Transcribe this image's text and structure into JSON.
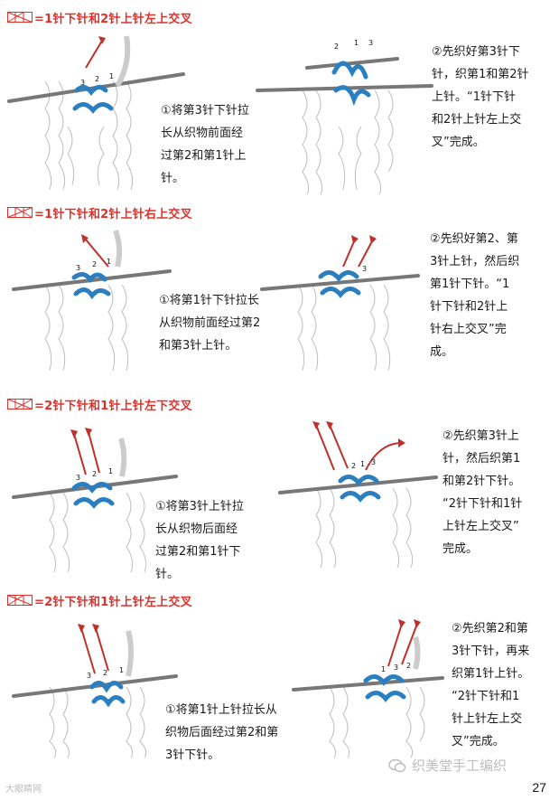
{
  "sections": [
    {
      "title": "=1针下针和2针上针左上交叉",
      "step1": "①将第3针下针拉\n长从织物前面经\n过第2和第1针上\n针。",
      "step2": "②先织好第3针下\n针，织第1和第2针\n上针。“1针下针\n和2针上针左上交\n叉”完成。",
      "labels_a": [
        "3",
        "2",
        "1"
      ],
      "labels_b": [
        "2",
        "1",
        "3"
      ]
    },
    {
      "title": "=1针下针和2针上针右上交叉",
      "step1": "①将第1针下针拉长\n从织物前面经过第2\n和第3针上针。",
      "step2": "②先织好第2、第\n3针上针，然后织\n第1针下针。“1\n针下针和2针上\n针右上交叉”完\n成。",
      "labels_a": [
        "3",
        "2",
        "1"
      ],
      "labels_b": [
        "3"
      ]
    },
    {
      "title": "=2针下针和1针上针左下交叉",
      "step1": "①将第3针上针拉\n长从织物后面经\n过第2和第1针下\n针。",
      "step2": "②先织第3针上\n针，然后织第1\n和第2针下针。\n“2针下针和1针\n上针左上交叉”\n完成。",
      "labels_a": [
        "3",
        "2",
        "1"
      ],
      "labels_b": [
        "2",
        "1",
        "3"
      ]
    },
    {
      "title": "=2针下针和1针上针左上交叉",
      "step1": "①将第1针上针拉长从\n织物后面经过第2和第\n3针下针。",
      "step2": "②先织第2和第\n3针下针，再来\n织第1针上针。\n“2针下针和1\n针上针左上交\n叉”完成。",
      "labels_a": [
        "3",
        "2",
        "1"
      ],
      "labels_b": [
        "1",
        "3",
        "2"
      ]
    }
  ],
  "colors": {
    "accent": "#e0302a",
    "yarn": "#2b7fc0",
    "arrow": "#c0302a",
    "needle": "#777777"
  },
  "footer": {
    "page_number": "27",
    "watermark_brand": "织美堂手工编织",
    "watermark_left": "大眼睛网"
  }
}
